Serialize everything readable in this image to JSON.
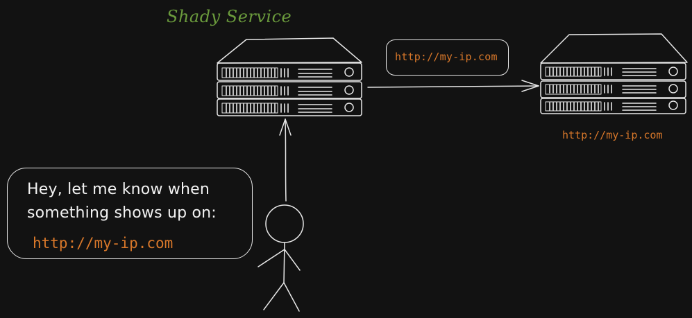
{
  "diagram": {
    "service_title": "Shady Service",
    "request_url_tag": "http://my-ip.com",
    "target_server_url": "http://my-ip.com",
    "speech_bubble": {
      "line1": "Hey, let me know when",
      "line2": "something shows up on:",
      "url": "http://my-ip.com"
    },
    "colors": {
      "background": "#121212",
      "stroke": "#e8e8e8",
      "service_title": "#6a9a3c",
      "url": "#d9782a"
    }
  }
}
